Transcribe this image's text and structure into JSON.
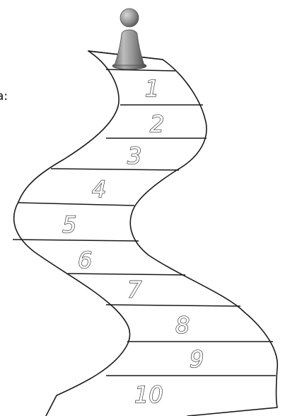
{
  "side_label": "a:",
  "steps": [
    {
      "number": "1"
    },
    {
      "number": "2"
    },
    {
      "number": "3"
    },
    {
      "number": "4"
    },
    {
      "number": "5"
    },
    {
      "number": "6"
    },
    {
      "number": "7"
    },
    {
      "number": "8"
    },
    {
      "number": "9"
    },
    {
      "number": "10"
    }
  ],
  "pawn_color": "#8c8c8c"
}
